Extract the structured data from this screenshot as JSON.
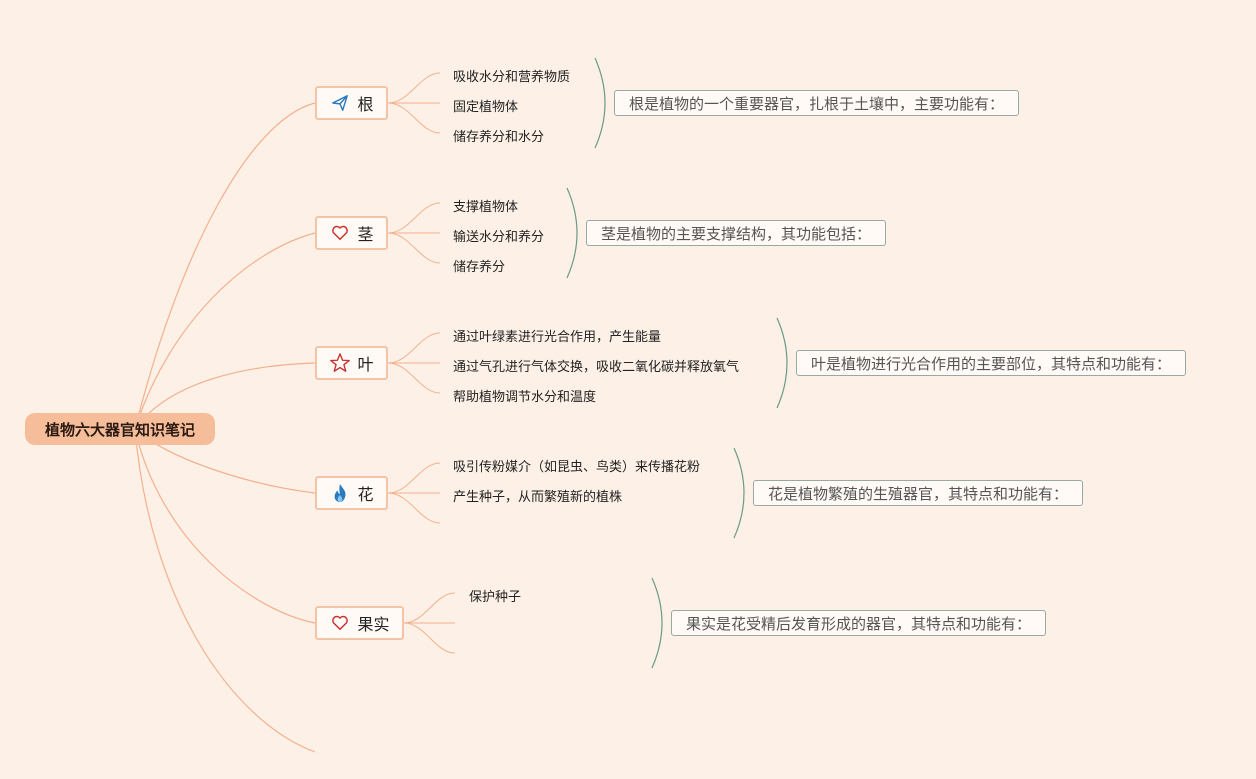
{
  "root": {
    "label": "植物六大器官知识笔记"
  },
  "topics": [
    {
      "label": "根",
      "icon": "paper-plane-icon",
      "items": [
        "吸收水分和营养物质",
        "固定植物体",
        "储存养分和水分"
      ],
      "summary": "根是植物的一个重要器官，扎根于土壤中，主要功能有："
    },
    {
      "label": "茎",
      "icon": "heart-icon",
      "items": [
        "支撑植物体",
        "输送水分和养分",
        "储存养分"
      ],
      "summary": "茎是植物的主要支撑结构，其功能包括："
    },
    {
      "label": "叶",
      "icon": "star-icon",
      "items": [
        "通过叶绿素进行光合作用，产生能量",
        "通过气孔进行气体交换，吸收二氧化碳并释放氧气",
        "帮助植物调节水分和温度"
      ],
      "summary": "叶是植物进行光合作用的主要部位，其特点和功能有："
    },
    {
      "label": "花",
      "icon": "flame-icon",
      "items": [
        "吸引传粉媒介（如昆虫、鸟类）来传播花粉",
        "产生种子，从而繁殖新的植株",
        ""
      ],
      "summary": "花是植物繁殖的生殖器官，其特点和功能有："
    },
    {
      "label": "果实",
      "icon": "heart-icon",
      "items": [
        "保护种子",
        "",
        ""
      ],
      "summary": "果实是花受精后发育形成的器官，其特点和功能有："
    }
  ],
  "colors": {
    "background": "#fdf1e7",
    "root_fill": "#f6bd9b",
    "branch_line": "#f4b08c",
    "topic_border": "#f4c4a6",
    "bracket_line": "#6a9a86",
    "summary_border": "#9aa8a4"
  }
}
